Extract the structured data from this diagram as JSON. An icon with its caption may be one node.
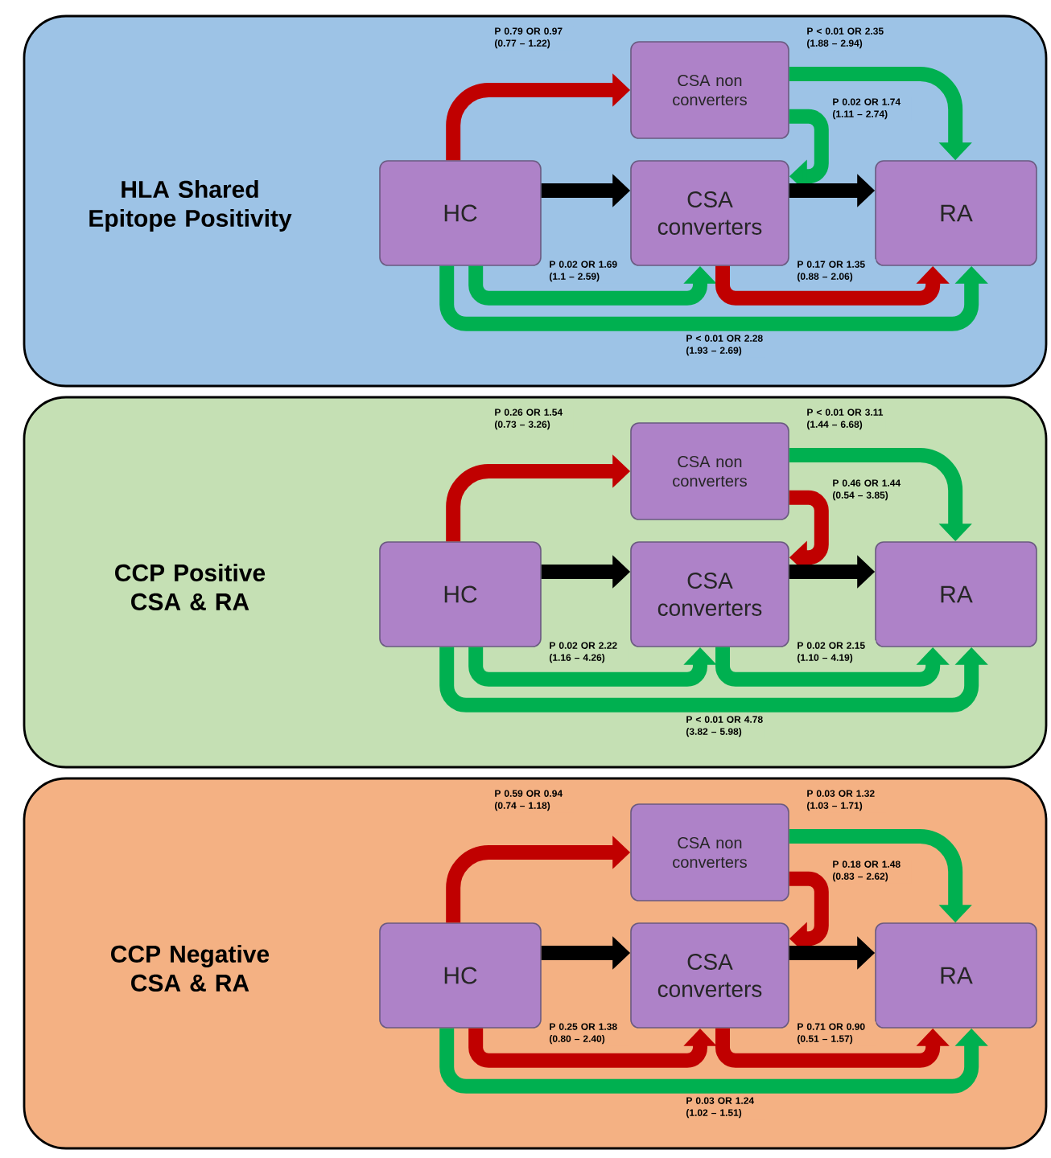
{
  "diagram": {
    "nodes": [
      {
        "text": [
          "HLA Shared Epitope Positivity"
        ]
      },
      {
        "text": [
          "CSA non converters"
        ],
        "in": 0
      },
      {
        "text": [
          "HC"
        ],
        "in": 0
      },
      {
        "text": [
          "CSA converters"
        ],
        "in": 0
      },
      {
        "text": [
          "RA"
        ],
        "in": 0
      },
      {
        "text": [
          "CCP Positive CSA & RA"
        ]
      },
      {
        "text": [
          "CSA non converters"
        ],
        "in": 5
      },
      {
        "text": [
          "HC"
        ],
        "in": 5
      },
      {
        "text": [
          "CSA converters"
        ],
        "in": 5
      },
      {
        "text": [
          "RA"
        ],
        "in": 5
      },
      {
        "text": [
          "CCP Negative CSA & RA"
        ]
      },
      {
        "text": [
          "CSA non converters"
        ],
        "in": 10
      },
      {
        "text": [
          "HC"
        ],
        "in": 10
      },
      {
        "text": [
          "CSA converters"
        ],
        "in": 10
      },
      {
        "text": [
          "RA"
        ],
        "in": 10
      }
    ],
    "edges": [
      {
        "from": 2,
        "to": 1,
        "arrow": "to",
        "color": "#c00000",
        "label": "P 0.79 OR 0.97 (0.77 – 1.22)"
      },
      {
        "from": 1,
        "to": 4,
        "arrow": "to",
        "color": "#00b050",
        "label": "P < 0.01 OR 2.35 (1.88 – 2.94)"
      },
      {
        "from": 1,
        "to": 3,
        "arrow": "to",
        "color": "#00b050",
        "label": "P 0.02 OR 1.74 (1.11 – 2.74)"
      },
      {
        "from": 2,
        "to": 3,
        "arrow": "to",
        "color": "#000000"
      },
      {
        "from": 2,
        "to": 3,
        "arrow": "to",
        "color": "#00b050",
        "label": "P 0.02 OR 1.69 (1.1 – 2.59)"
      },
      {
        "from": 3,
        "to": 4,
        "arrow": "to",
        "color": "#c00000",
        "label": "P 0.17 OR 1.35 (0.88 – 2.06)"
      },
      {
        "from": 2,
        "to": 4,
        "arrow": "to",
        "color": "#00b050",
        "label": "P < 0.01 OR 2.28 (1.93 – 2.69)"
      },
      {
        "from": 3,
        "to": 4,
        "arrow": "to",
        "color": "#000000"
      },
      {
        "from": 7,
        "to": 6,
        "arrow": "to",
        "color": "#c00000",
        "label": "P 0.26 OR 1.54 (0.73 – 3.26)"
      },
      {
        "from": 6,
        "to": 9,
        "arrow": "to",
        "color": "#00b050",
        "label": "P < 0.01 OR 3.11 (1.44 – 6.68)"
      },
      {
        "from": 6,
        "to": 8,
        "arrow": "to",
        "color": "#c00000",
        "label": "P 0.46 OR 1.44 (0.54 – 3.85)"
      },
      {
        "from": 7,
        "to": 8,
        "arrow": "to",
        "color": "#000000"
      },
      {
        "from": 7,
        "to": 8,
        "arrow": "to",
        "color": "#00b050",
        "label": "P 0.02 OR 2.22 (1.16 – 4.26)"
      },
      {
        "from": 8,
        "to": 9,
        "arrow": "to",
        "color": "#00b050",
        "label": "P 0.02 OR 2.15 (1.10 – 4.19)"
      },
      {
        "from": 7,
        "to": 9,
        "arrow": "to",
        "color": "#00b050",
        "label": "P < 0.01 OR 4.78 (3.82 – 5.98)"
      },
      {
        "from": 8,
        "to": 9,
        "arrow": "to",
        "color": "#000000"
      },
      {
        "from": 12,
        "to": 11,
        "arrow": "to",
        "color": "#c00000",
        "label": "P 0.59 OR 0.94 (0.74 – 1.18)"
      },
      {
        "from": 11,
        "to": 14,
        "arrow": "to",
        "color": "#00b050",
        "label": "P 0.03 OR 1.32 (1.03 – 1.71)"
      },
      {
        "from": 11,
        "to": 13,
        "arrow": "to",
        "color": "#c00000",
        "label": "P 0.18 OR 1.48 (0.83 – 2.62)"
      },
      {
        "from": 12,
        "to": 13,
        "arrow": "to",
        "color": "#000000"
      },
      {
        "from": 12,
        "to": 13,
        "arrow": "to",
        "color": "#c00000",
        "label": "P 0.25 OR 1.38 (0.80 – 2.40)"
      },
      {
        "from": 13,
        "to": 14,
        "arrow": "to",
        "color": "#c00000",
        "label": "P 0.71 OR 0.90 (0.51 – 1.57)"
      },
      {
        "from": 12,
        "to": 14,
        "arrow": "to",
        "color": "#00b050",
        "label": "P 0.03 OR 1.24 (1.02 – 1.51)"
      },
      {
        "from": 13,
        "to": 14,
        "arrow": "to",
        "color": "#000000"
      }
    ]
  }
}
